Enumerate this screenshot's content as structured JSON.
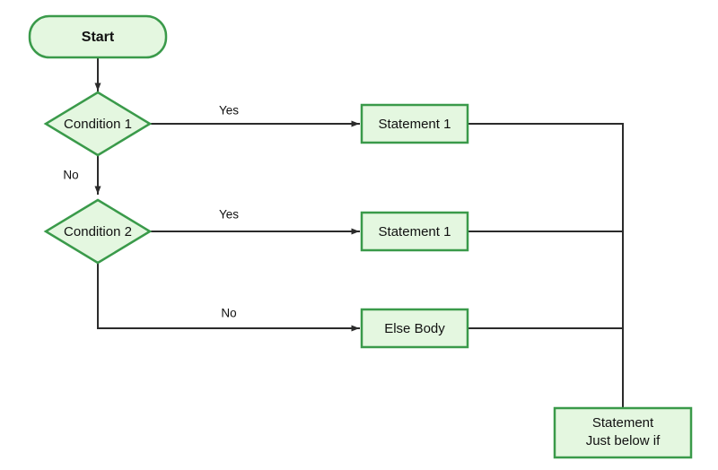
{
  "diagram": {
    "title": "If-Else If-Else flowchart",
    "background_color": "#ffffff",
    "node_fill_color": "#e4f7e0",
    "node_stroke_color": "#3a9a4a",
    "connector_color": "#2b2b2b",
    "text_color": "#111111"
  },
  "nodes": {
    "start": {
      "label": "Start",
      "shape": "rounded-rectangle"
    },
    "condition_1": {
      "label": "Condition 1",
      "shape": "diamond"
    },
    "condition_2": {
      "label": "Condition 2",
      "shape": "diamond"
    },
    "statement_1a": {
      "label": "Statement 1",
      "shape": "rectangle"
    },
    "statement_1b": {
      "label": "Statement 1",
      "shape": "rectangle"
    },
    "else_body": {
      "label": "Else Body",
      "shape": "rectangle"
    },
    "statement_below_if": {
      "label_line_1": "Statement",
      "label_line_2": "Just below if",
      "shape": "rectangle"
    }
  },
  "edges": {
    "start_to_condition_1": {
      "label": ""
    },
    "condition_1_yes": {
      "label": "Yes"
    },
    "condition_1_no": {
      "label": "No"
    },
    "condition_2_yes": {
      "label": "Yes"
    },
    "condition_2_no": {
      "label": "No"
    },
    "merge_to_statement_below_if": {
      "label": ""
    }
  }
}
